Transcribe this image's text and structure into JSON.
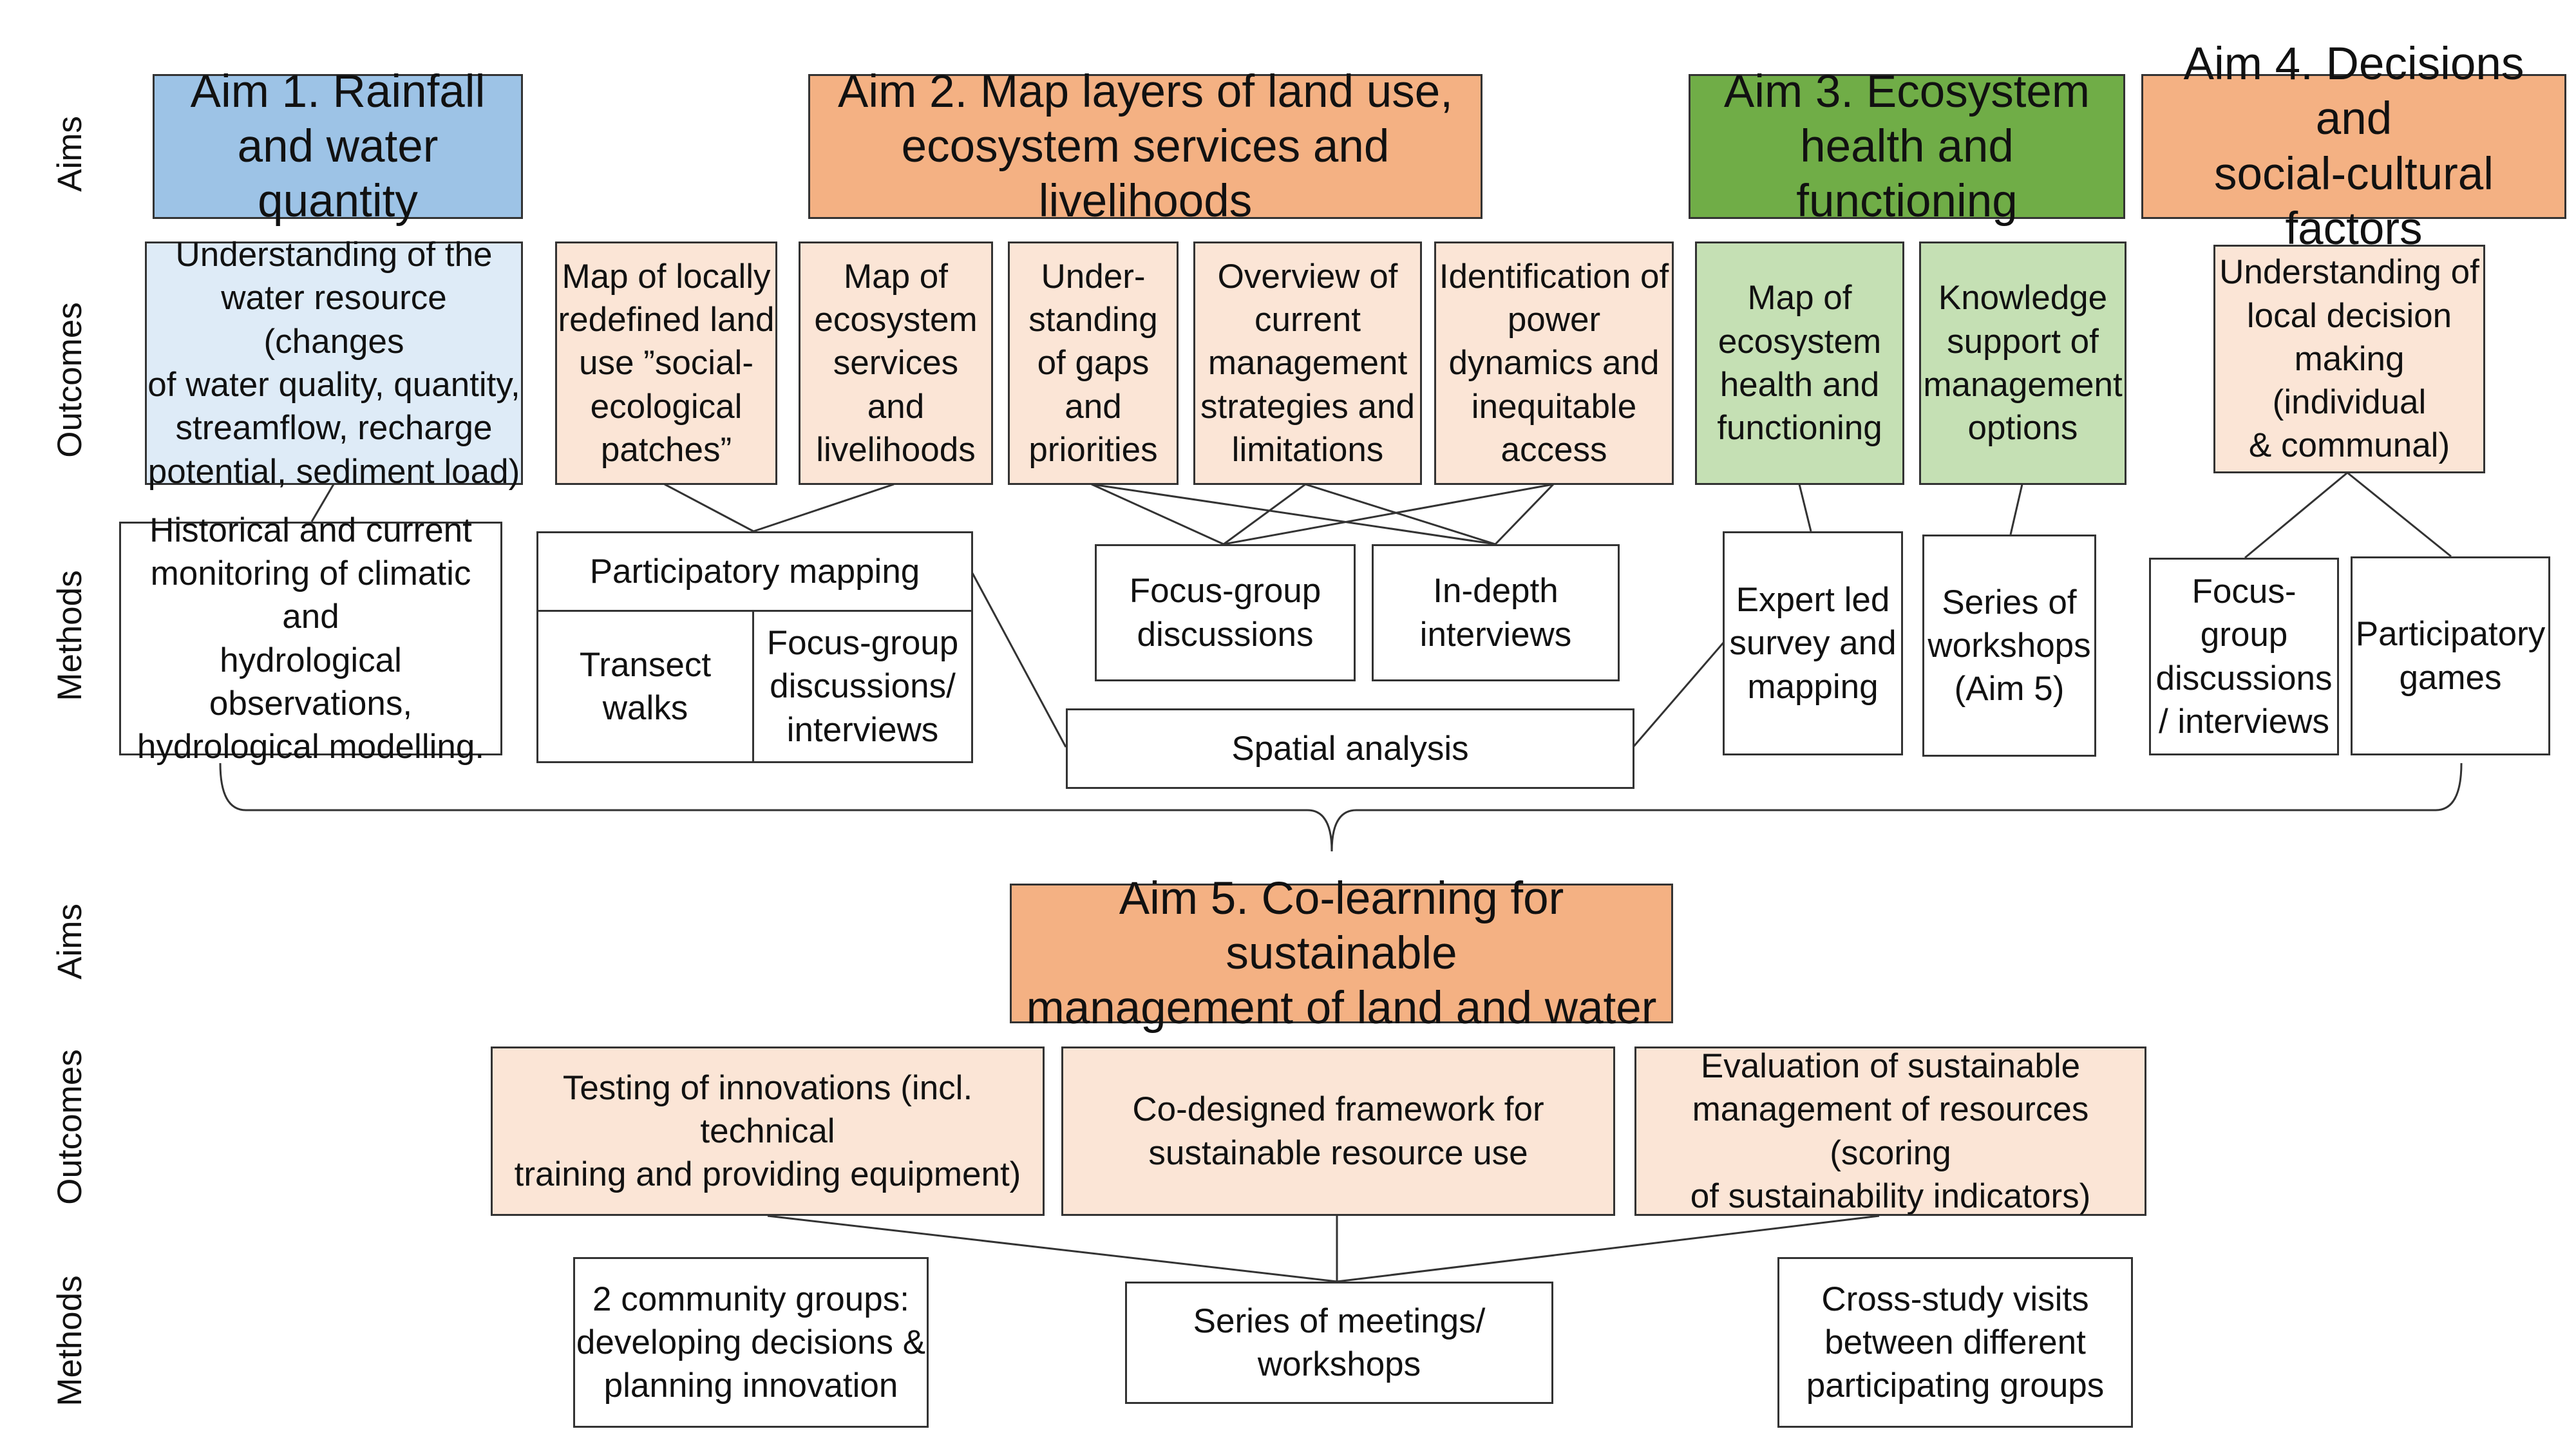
{
  "row_labels": {
    "aims_top": "Aims",
    "outcomes_top": "Outcomes",
    "methods_top": "Methods",
    "aims_bottom": "Aims",
    "outcomes_bottom": "Outcomes",
    "methods_bottom": "Methods"
  },
  "aims": {
    "aim1": "Aim 1. Rainfall\nand water quantity",
    "aim2": "Aim 2. Map layers of land use,\necosystem services and livelihoods",
    "aim3": "Aim 3. Ecosystem\nhealth and functioning",
    "aim4": "Aim 4. Decisions and\nsocial-cultural factors",
    "aim5": "Aim 5. Co-learning for sustainable\nmanagement of land and water"
  },
  "outcomes": {
    "water_resource": "Understanding of the\nwater resource (changes\nof water quality, quantity,\nstreamflow, recharge\npotential, sediment load)",
    "land_use_map": "Map of locally\nredefined land\nuse ”social-\necological\npatches”",
    "ecosystem_services_map": "Map of\necosystem\nservices\nand\nlivelihoods",
    "gaps_priorities": "Under-\nstanding\nof gaps\nand\npriorities",
    "management_overview": "Overview of\ncurrent\nmanagement\nstrategies and\nlimitations",
    "power_dynamics": "Identification of\npower\ndynamics and\ninequitable\naccess",
    "ecosystem_health_map": "Map of\necosystem\nhealth and\nfunctioning",
    "knowledge_support": "Knowledge\nsupport of\nmanagement\noptions",
    "local_decision": "Understanding of\nlocal decision\nmaking (individual\n& communal)",
    "testing_innovations": "Testing of innovations (incl. technical\ntraining and providing equipment)",
    "codesigned_framework": "Co-designed framework for\nsustainable resource use",
    "evaluation": "Evaluation of sustainable\nmanagement of resources (scoring\nof sustainability indicators)"
  },
  "methods": {
    "monitoring": "Historical and current\nmonitoring of climatic and\nhydrological observations,\nhydrological modelling.",
    "participatory_mapping": "Participatory mapping",
    "transect_walks": "Transect\nwalks",
    "fg_interviews_a2": "Focus-group\ndiscussions/\ninterviews",
    "focus_groups": "Focus-group\ndiscussions",
    "indepth_interviews": "In-depth\ninterviews",
    "spatial_analysis": "Spatial analysis",
    "expert_survey": "Expert led\nsurvey and\nmapping",
    "workshops_aim5": "Series of\nworkshops\n(Aim 5)",
    "fg_interviews_a4": "Focus-\ngroup\ndiscussions\n/ interviews",
    "participatory_games": "Participatory\ngames",
    "community_groups": "2 community groups:\ndeveloping decisions &\nplanning innovation",
    "meetings_workshops": "Series of meetings/\nworkshops",
    "cross_study_visits": "Cross-study visits\nbetween different\nparticipating groups"
  },
  "colors": {
    "aim1": "#9dc3e6",
    "aim1_light": "#deebf7",
    "aim2_aim4_aim5": "#f4b183",
    "aim2_aim4_aim5_light": "#fbe5d6",
    "aim3": "#70ad47",
    "aim3_light": "#c5e0b4"
  }
}
